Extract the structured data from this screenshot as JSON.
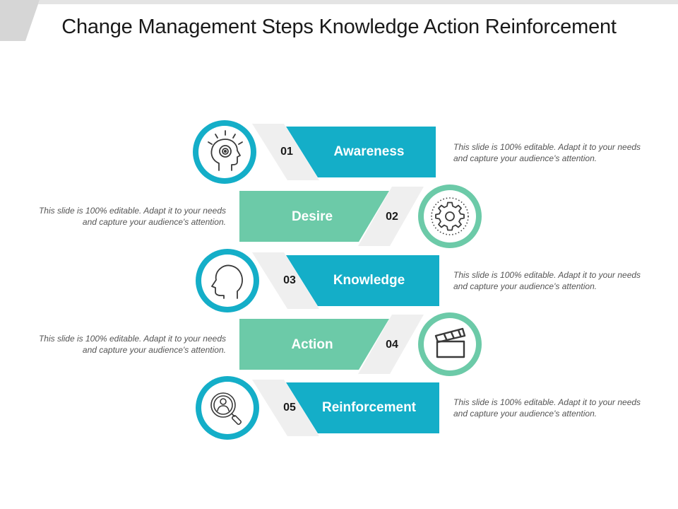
{
  "title": "Change Management Steps Knowledge Action Reinforcement",
  "colors": {
    "teal": "#14aec8",
    "green": "#6ccaa8",
    "gray": "#efefef",
    "band": "#e2e2e2",
    "icon": "#3a3a3a"
  },
  "steps": [
    {
      "number": "01",
      "label": "Awareness",
      "icon": "idea-head-icon",
      "description": "This slide is 100% editable. Adapt it to your needs and capture your audience's attention."
    },
    {
      "number": "02",
      "label": "Desire",
      "icon": "gear-icon",
      "description": "This slide is 100% editable. Adapt it to your needs and capture your audience's attention."
    },
    {
      "number": "03",
      "label": "Knowledge",
      "icon": "head-profile-icon",
      "description": "This slide is 100% editable. Adapt it to your needs and capture your audience's attention."
    },
    {
      "number": "04",
      "label": "Action",
      "icon": "clapperboard-icon",
      "description": "This slide is 100% editable. Adapt it to your needs and capture your audience's attention."
    },
    {
      "number": "05",
      "label": "Reinforcement",
      "icon": "search-user-icon",
      "description": "This slide is 100% editable. Adapt it to your needs and capture your audience's attention."
    }
  ]
}
